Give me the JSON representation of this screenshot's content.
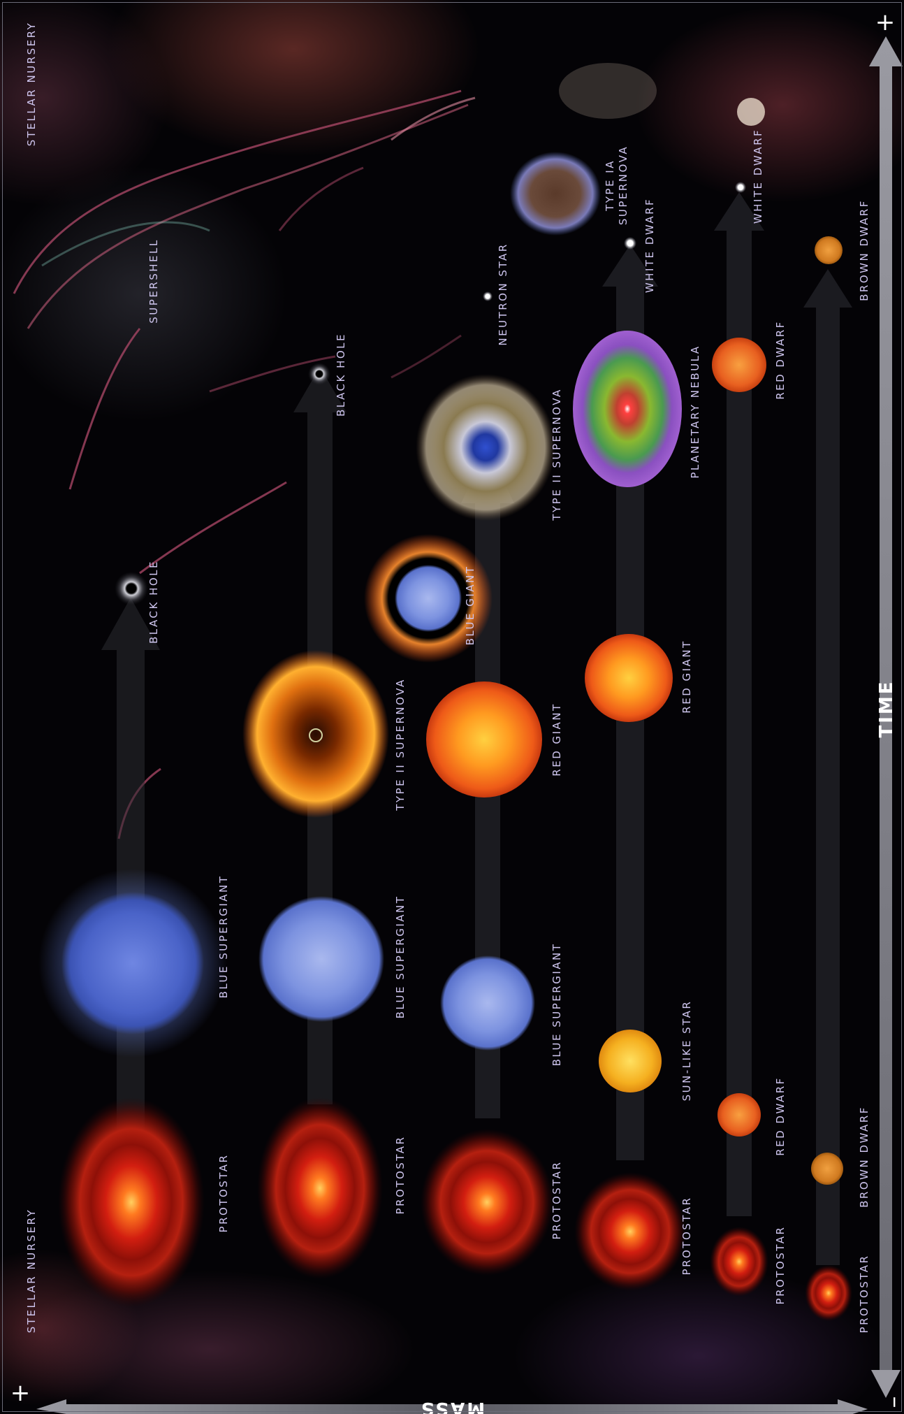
{
  "axes": {
    "time_label": "TIME",
    "mass_label": "MASS",
    "time_plus": "+",
    "mass_plus": "+",
    "mass_minus": "–"
  },
  "labels": {
    "stellar_nursery_start": "STELLAR NURSERY",
    "stellar_nursery_end": "STELLAR NURSERY",
    "supershell": "SUPERSHELL",
    "r1_protostar": "PROTOSTAR",
    "r1_blue_supergiant": "BLUE SUPERGIANT",
    "r1_black_hole": "BLACK HOLE",
    "r2_protostar": "PROTOSTAR",
    "r2_blue_supergiant": "BLUE SUPERGIANT",
    "r2_type2_supernova": "TYPE II SUPERNOVA",
    "r2_black_hole": "BLACK HOLE",
    "r3_protostar": "PROTOSTAR",
    "r3_blue_supergiant": "BLUE SUPERGIANT",
    "r3_red_giant": "RED GIANT",
    "r3_blue_giant": "BLUE GIANT",
    "r3_type2_supernova": "TYPE II SUPERNOVA",
    "r3_neutron_star": "NEUTRON STAR",
    "r4_protostar": "PROTOSTAR",
    "r4_sun_like_star": "SUN-LIKE STAR",
    "r4_red_giant": "RED GIANT",
    "r4_planetary_nebula": "PLANETARY NEBULA",
    "r4_white_dwarf": "WHITE DWARF",
    "r4_type1a_supernova_line1": "TYPE IA",
    "r4_type1a_supernova_line2": "SUPERNOVA",
    "r5_protostar": "PROTOSTAR",
    "r5_red_dwarf": "RED DWARF",
    "r5_red_dwarf_late": "RED DWARF",
    "r5_white_dwarf": "WHITE DWARF",
    "r6_protostar": "PROTOSTAR",
    "r6_brown_dwarf": "BROWN DWARF",
    "r6_brown_dwarf_late": "BROWN DWARF"
  },
  "colors": {
    "label_text": "#cfc6ef",
    "track_arrow": "#2a2a2e",
    "axis_arrow": "#8d8d95",
    "protostar_core": "#ff6a1a",
    "blue_star": "#5b78d8",
    "red_giant": "#f06a20",
    "sun_like": "#f4b020",
    "planetary_nebula": "#7ab040"
  }
}
